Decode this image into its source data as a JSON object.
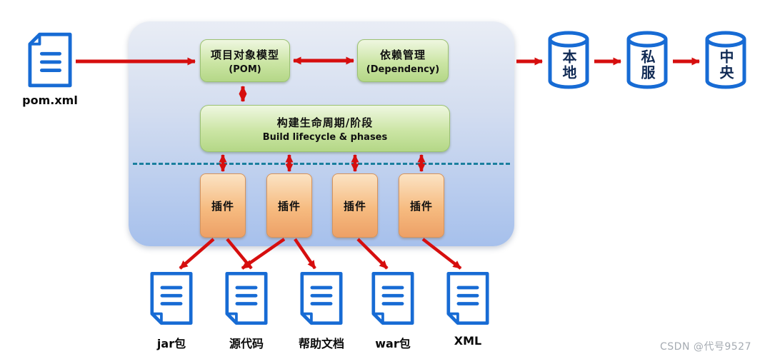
{
  "pom_file": {
    "label": "pom.xml"
  },
  "core": {
    "pom_model": {
      "title": "项目对象模型",
      "subtitle": "(POM)"
    },
    "dependency": {
      "title": "依赖管理",
      "subtitle": "(Dependency)"
    },
    "lifecycle": {
      "title": "构建生命周期/阶段",
      "subtitle": "Build lifecycle & phases"
    },
    "plugins": [
      {
        "label": "插件"
      },
      {
        "label": "插件"
      },
      {
        "label": "插件"
      },
      {
        "label": "插件"
      }
    ]
  },
  "repositories": [
    {
      "label": "本地"
    },
    {
      "label": "私服"
    },
    {
      "label": "中央"
    }
  ],
  "artifacts": [
    {
      "label": "jar包"
    },
    {
      "label": "源代码"
    },
    {
      "label": "帮助文档"
    },
    {
      "label": "war包"
    },
    {
      "label": "XML"
    }
  ],
  "watermark": "CSDN @代号9527",
  "colors": {
    "arrow_red": "#d60e0e",
    "outline_blue": "#176bd4",
    "dashed_teal": "#1b7f9e",
    "green_box": "#cbe5a4",
    "orange_box": "#f6bb80",
    "container_top": "#e9edf5",
    "container_bottom": "#a6c0ec"
  }
}
